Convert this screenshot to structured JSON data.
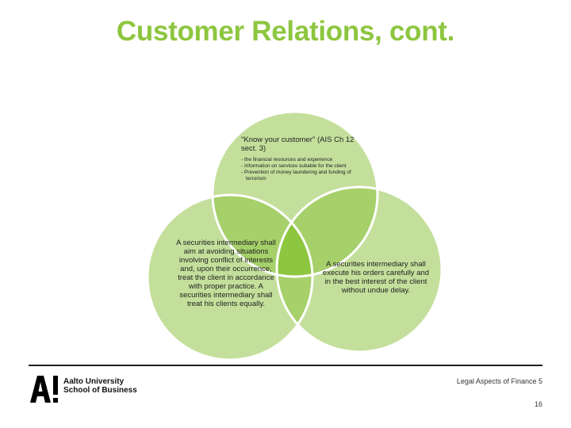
{
  "slide": {
    "title": "Customer Relations, cont."
  },
  "venn": {
    "top": {
      "heading": "\"Know your customer\" (AIS Ch 12 sect. 3)",
      "bullets": [
        "- the financial resources and experience",
        "- Information on services suitable for the client",
        "- Prevention of money laundering and funding of terrorism"
      ]
    },
    "left": {
      "text": "A securities intermediary shall aim at avoiding situations involving conflict of interests and, upon their occurrence, treat the client in accordance with proper practice. A securities intermediary shall treat his clients equally."
    },
    "right": {
      "text": "A securities intermediary shall execute his orders carefully and in the best interest of the client without undue delay."
    },
    "colors": {
      "circle": "#c4df9b",
      "overlap": "#a6d06a",
      "center": "#8dc63f"
    }
  },
  "footer": {
    "logo_line1": "Aalto University",
    "logo_line2": "School of Business",
    "course": "Legal Aspects of Finance 5",
    "page": "16"
  }
}
